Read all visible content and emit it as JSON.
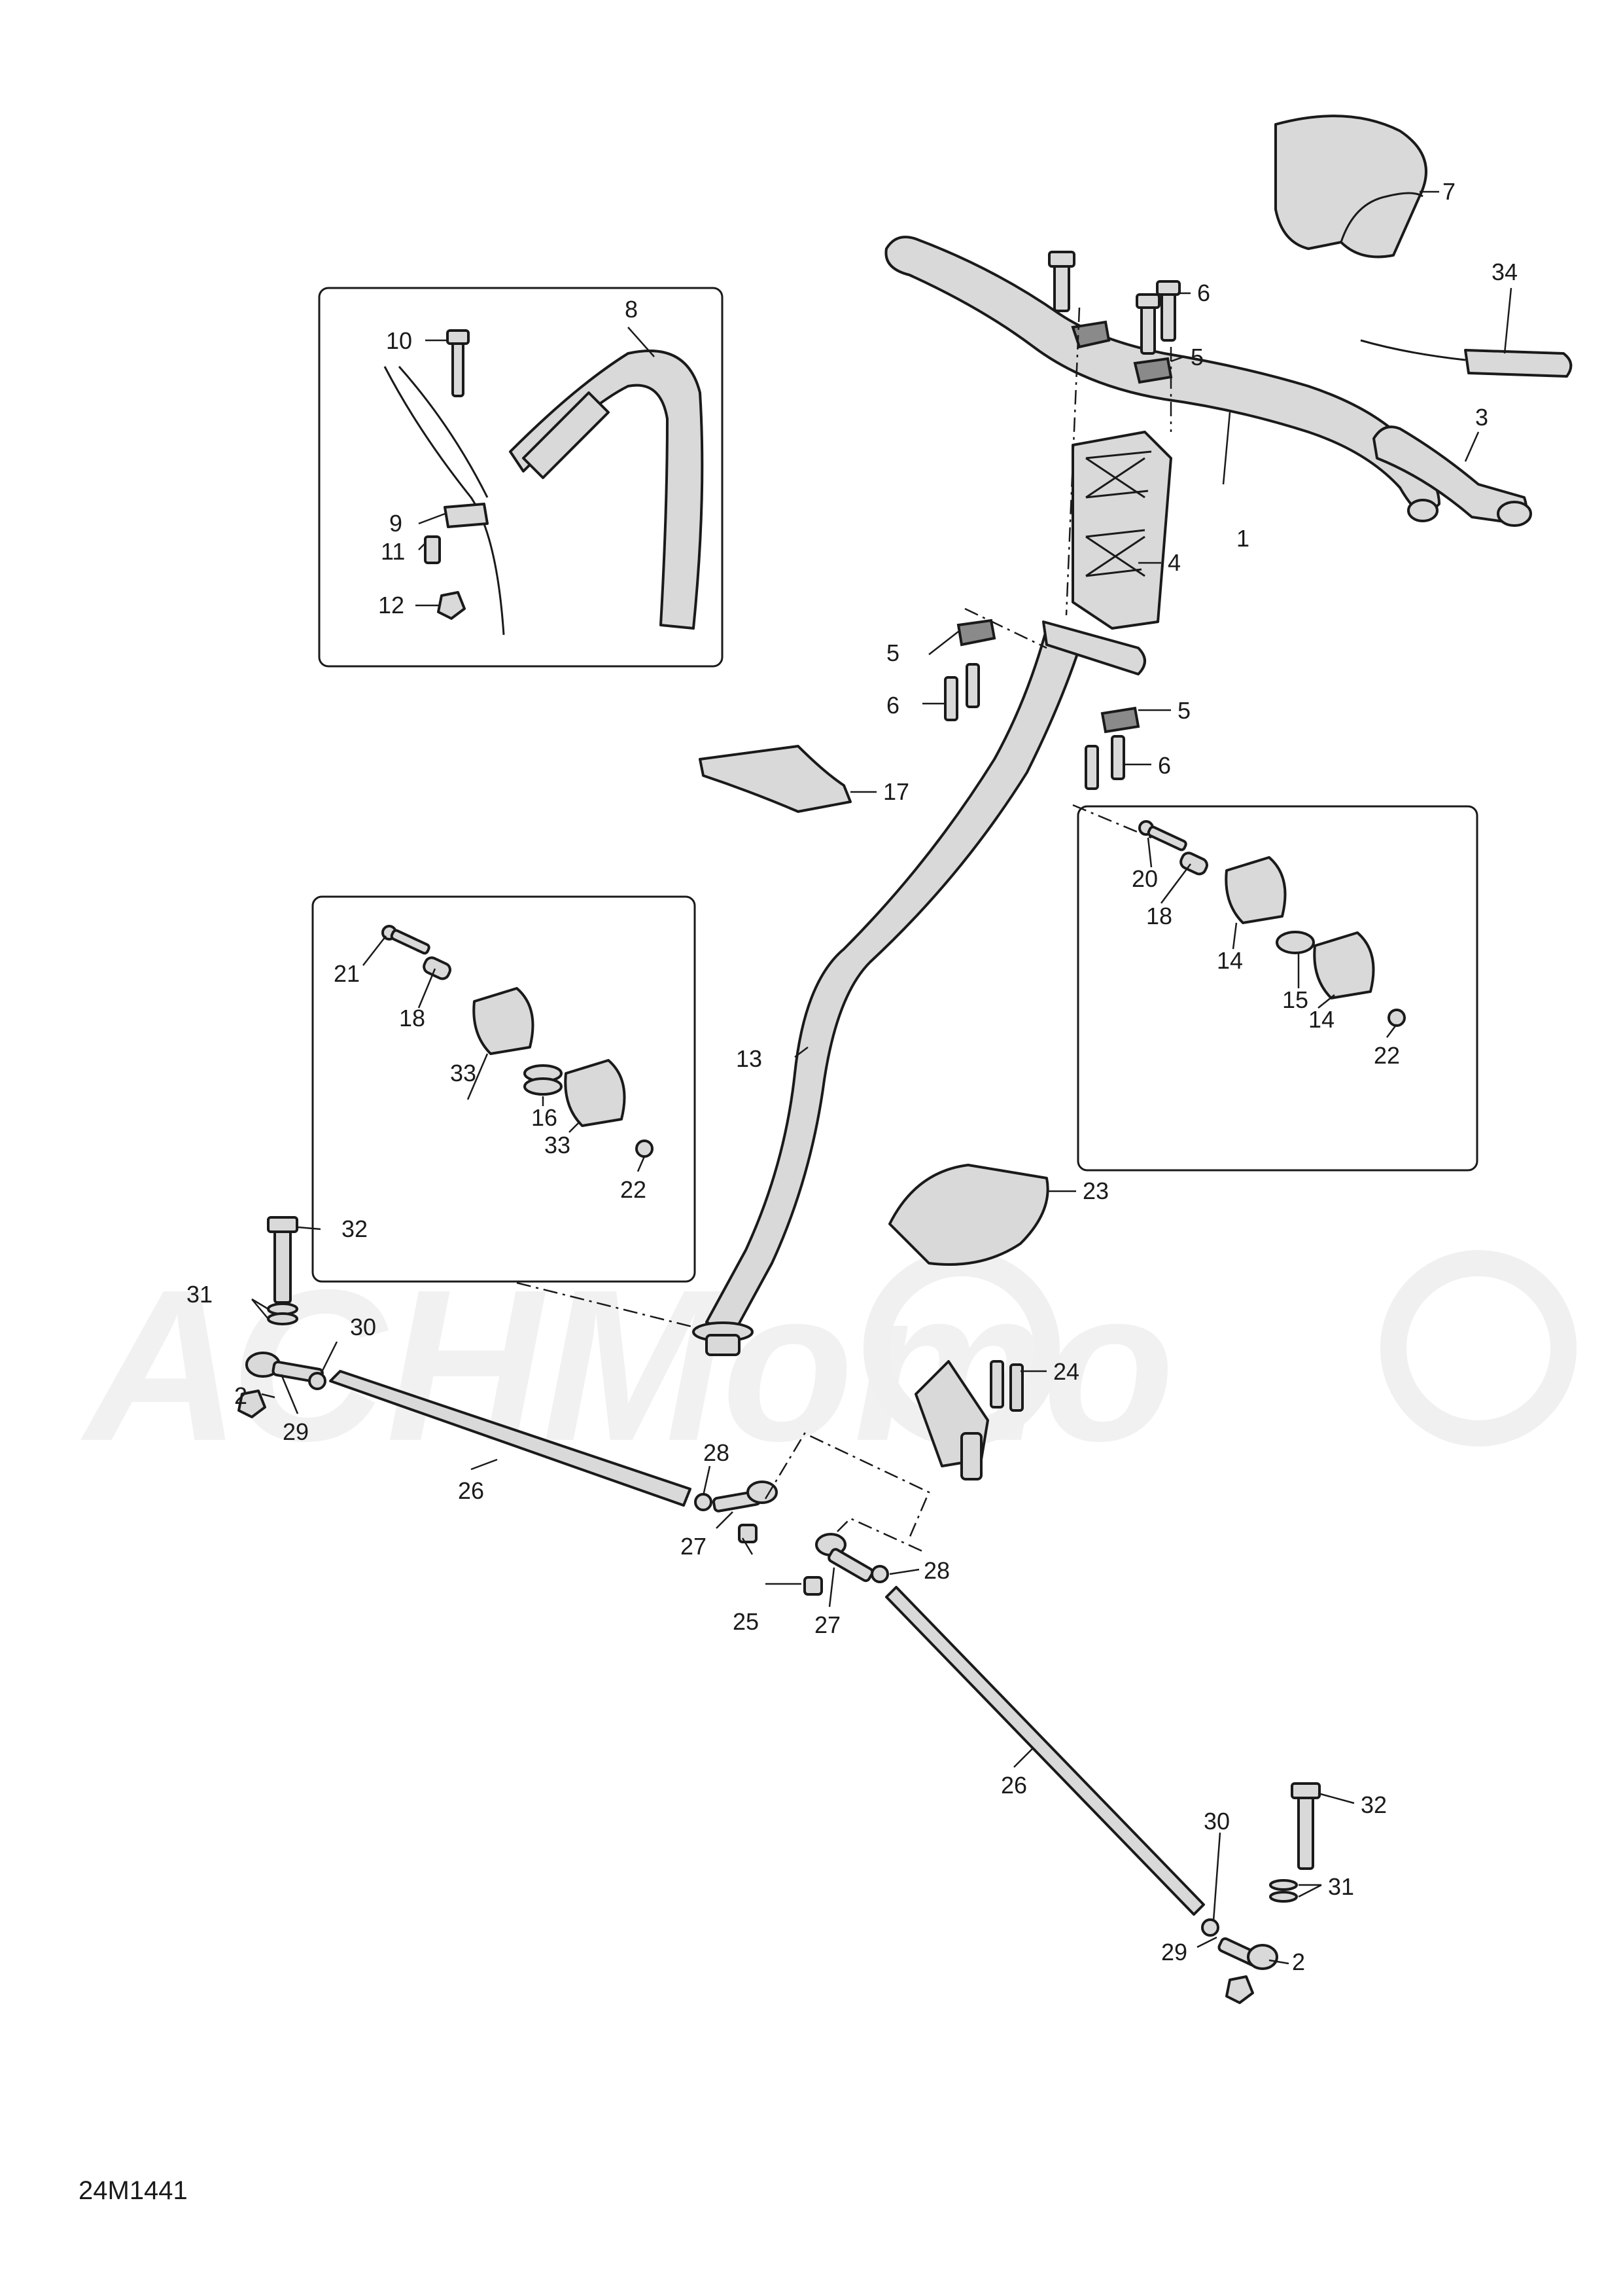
{
  "diagram": {
    "code": "24M1441",
    "watermark": "АСНМото",
    "callouts": [
      "1",
      "2",
      "3",
      "4",
      "5",
      "6",
      "7",
      "8",
      "9",
      "10",
      "11",
      "12",
      "13",
      "14",
      "15",
      "16",
      "17",
      "18",
      "20",
      "21",
      "22",
      "23",
      "24",
      "25",
      "26",
      "27",
      "28",
      "29",
      "30",
      "31",
      "32",
      "33",
      "34"
    ],
    "labels": {
      "l1": "1",
      "l2a": "2",
      "l2b": "2",
      "l3": "3",
      "l4": "4",
      "l5a": "5",
      "l5b": "5",
      "l5c": "5",
      "l6a": "6",
      "l6b": "6",
      "l6c": "6",
      "l7": "7",
      "l8": "8",
      "l9": "9",
      "l10": "10",
      "l11": "11",
      "l12": "12",
      "l13": "13",
      "l14a": "14",
      "l14b": "14",
      "l15": "15",
      "l16": "16",
      "l17": "17",
      "l18a": "18",
      "l18b": "18",
      "l20": "20",
      "l21": "21",
      "l22a": "22",
      "l22b": "22",
      "l23": "23",
      "l24": "24",
      "l25": "25",
      "l26a": "26",
      "l26b": "26",
      "l27a": "27",
      "l27b": "27",
      "l28a": "28",
      "l28b": "28",
      "l29a": "29",
      "l29b": "29",
      "l30a": "30",
      "l30b": "30",
      "l31a": "31",
      "l31b": "31",
      "l32a": "32",
      "l32b": "32",
      "l33a": "33",
      "l33b": "33",
      "l34": "34"
    }
  }
}
